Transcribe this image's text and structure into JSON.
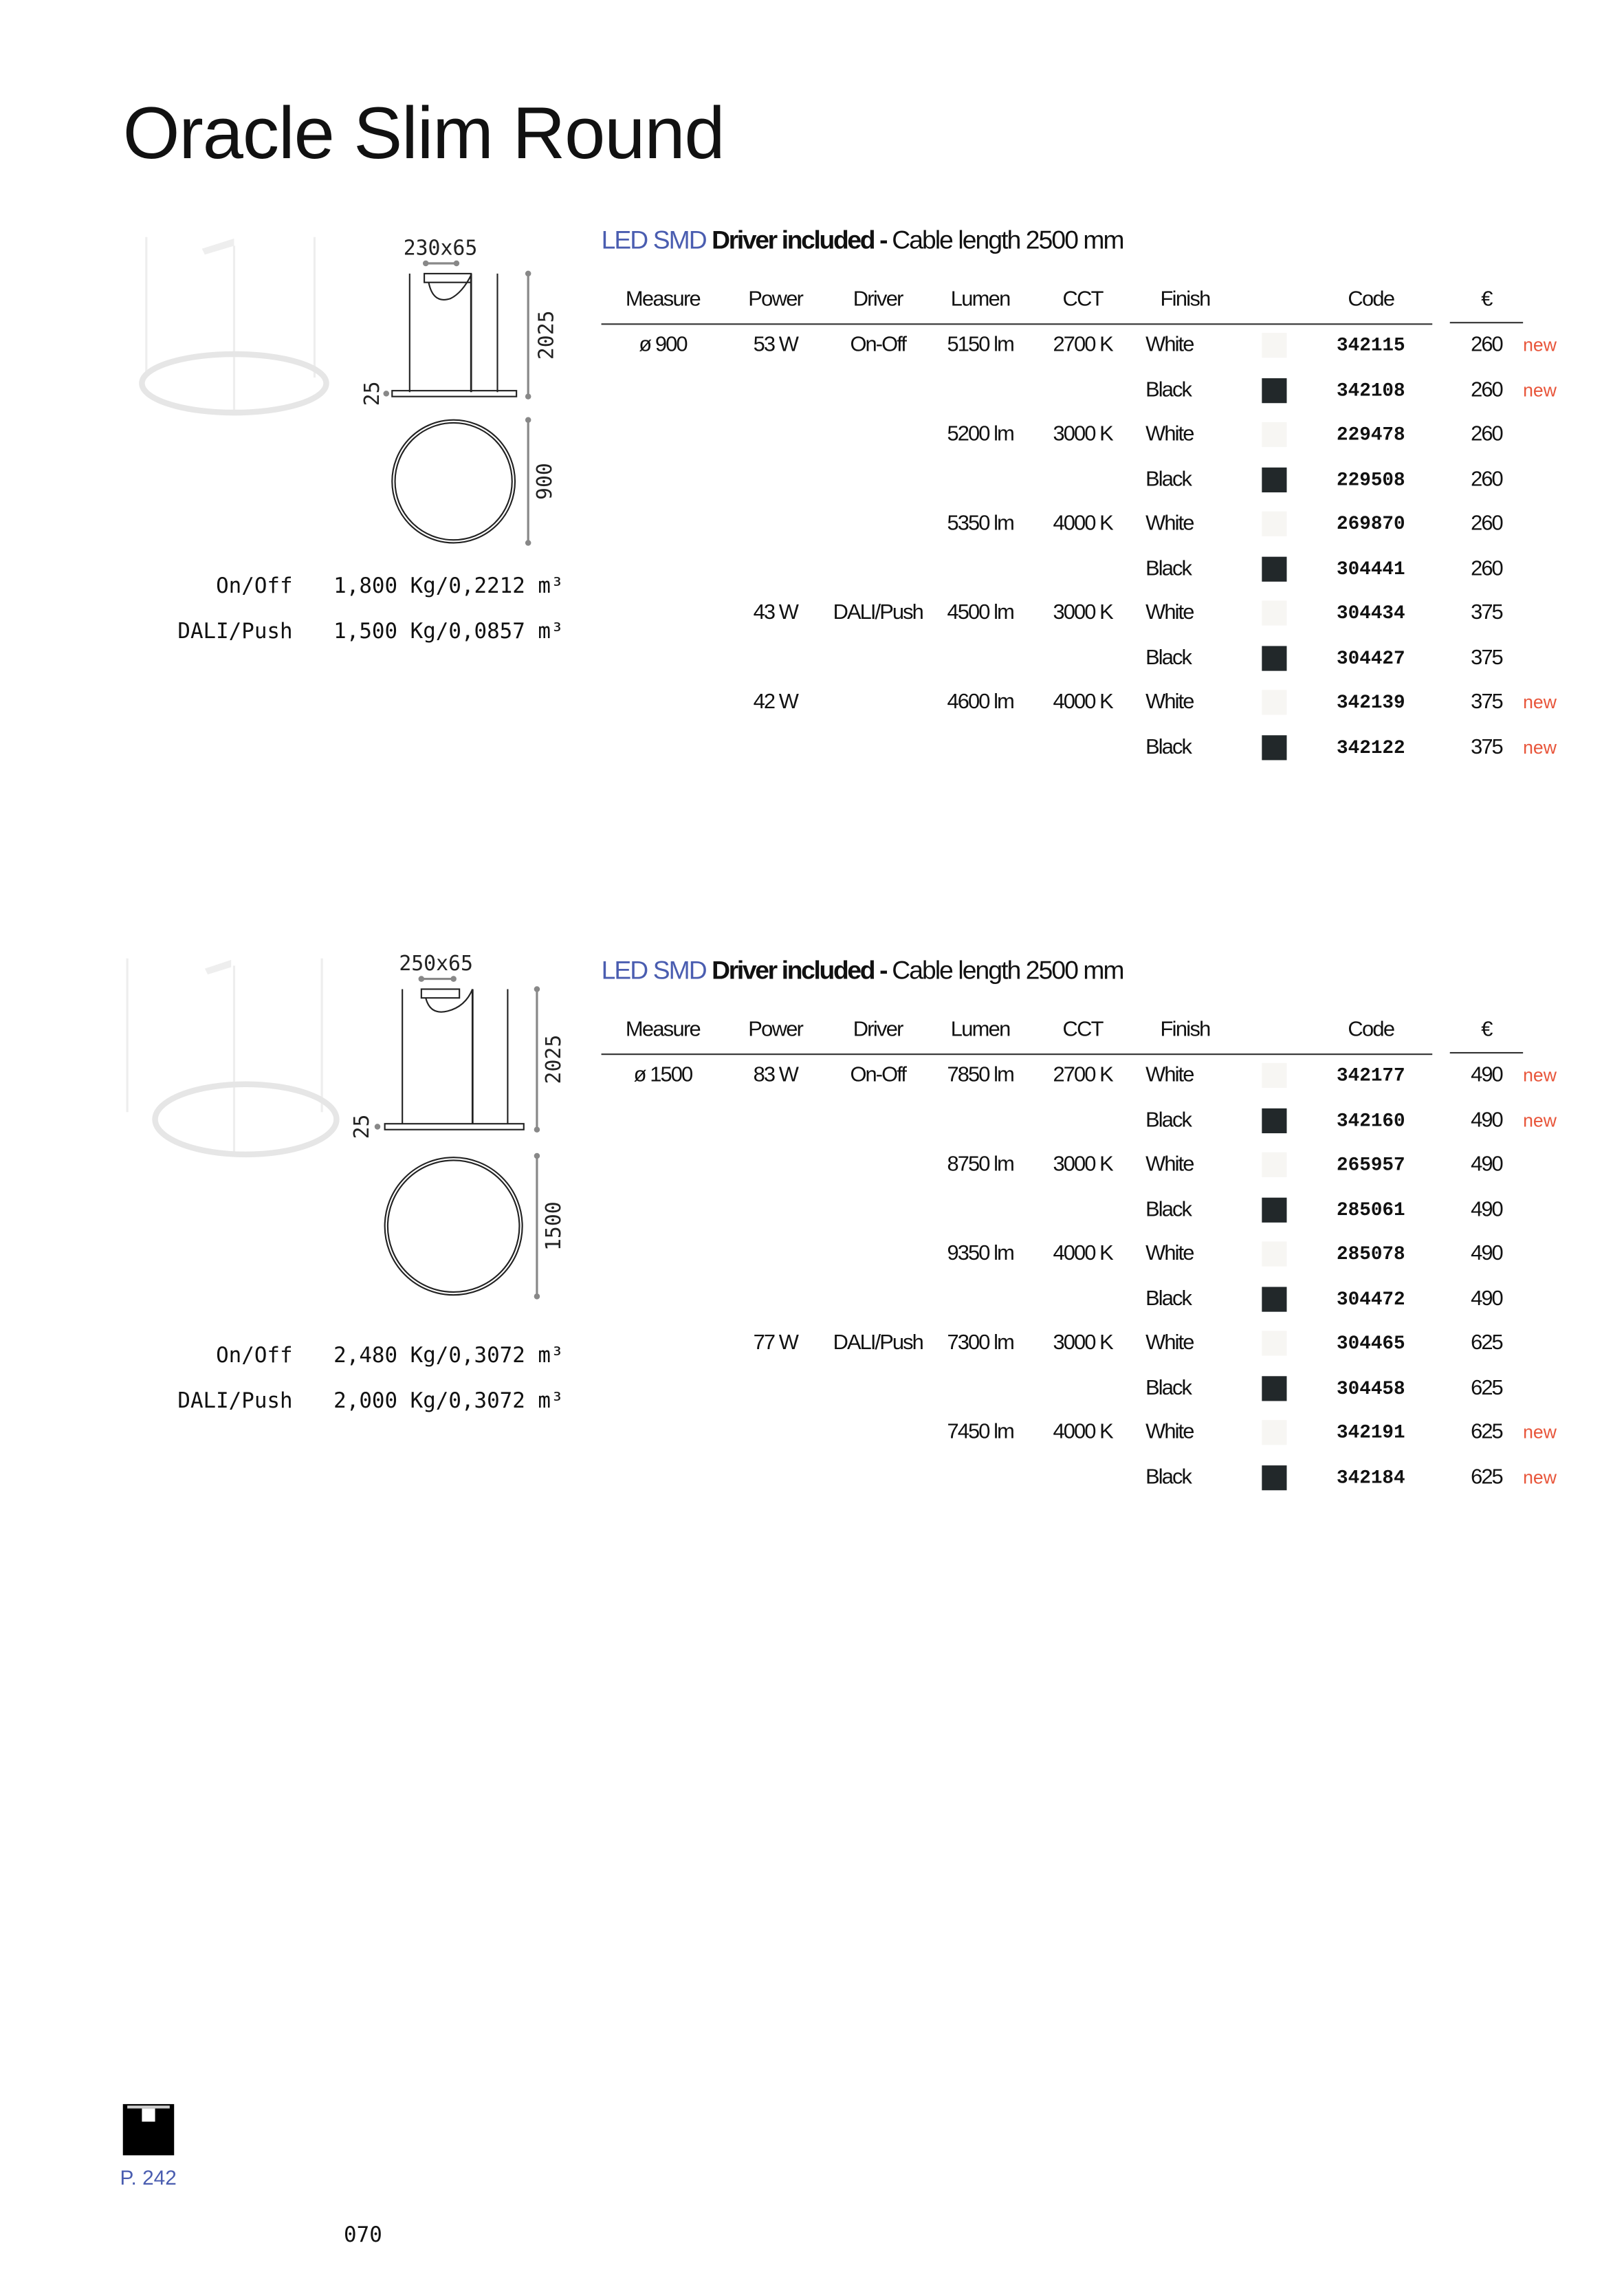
{
  "title": "Oracle Slim Round",
  "colors": {
    "accent": "#4a5db0",
    "new": "#e8553a",
    "white_swatch": "#f7f6f3",
    "black_swatch": "#22282a"
  },
  "headers": [
    "Measure",
    "Power",
    "Driver",
    "Lumen",
    "CCT",
    "Finish",
    "Code",
    "€"
  ],
  "sections": [
    {
      "heading": {
        "type": "LED SMD",
        "driver": "Driver included",
        "sep": " - ",
        "cable": "Cable length 2500 mm"
      },
      "dimensions": {
        "canopy": "230x65",
        "height": "2025",
        "thickness": "25",
        "diameter": "900"
      },
      "weights": [
        {
          "label": "On/Off",
          "value": "1,800 Kg/0,2212 m³"
        },
        {
          "label": "DALI/Push",
          "value": "1,500 Kg/0,0857 m³"
        }
      ],
      "rows": [
        {
          "measure": "ø 900",
          "power": "53 W",
          "driver": "On-Off",
          "lumen": "5150 lm",
          "cct": "2700 K",
          "finish": "White",
          "swatch": "white",
          "code": "342115",
          "price": "260",
          "badge": "new"
        },
        {
          "measure": "",
          "power": "",
          "driver": "",
          "lumen": "",
          "cct": "",
          "finish": "Black",
          "swatch": "black",
          "code": "342108",
          "price": "260",
          "badge": "new"
        },
        {
          "measure": "",
          "power": "",
          "driver": "",
          "lumen": "5200 lm",
          "cct": "3000 K",
          "finish": "White",
          "swatch": "white",
          "code": "229478",
          "price": "260",
          "badge": ""
        },
        {
          "measure": "",
          "power": "",
          "driver": "",
          "lumen": "",
          "cct": "",
          "finish": "Black",
          "swatch": "black",
          "code": "229508",
          "price": "260",
          "badge": ""
        },
        {
          "measure": "",
          "power": "",
          "driver": "",
          "lumen": "5350 lm",
          "cct": "4000 K",
          "finish": "White",
          "swatch": "white",
          "code": "269870",
          "price": "260",
          "badge": ""
        },
        {
          "measure": "",
          "power": "",
          "driver": "",
          "lumen": "",
          "cct": "",
          "finish": "Black",
          "swatch": "black",
          "code": "304441",
          "price": "260",
          "badge": ""
        },
        {
          "measure": "",
          "power": "43 W",
          "driver": "DALI/Push",
          "lumen": "4500 lm",
          "cct": "3000 K",
          "finish": "White",
          "swatch": "white",
          "code": "304434",
          "price": "375",
          "badge": ""
        },
        {
          "measure": "",
          "power": "",
          "driver": "",
          "lumen": "",
          "cct": "",
          "finish": "Black",
          "swatch": "black",
          "code": "304427",
          "price": "375",
          "badge": ""
        },
        {
          "measure": "",
          "power": "42 W",
          "driver": "",
          "lumen": "4600 lm",
          "cct": "4000 K",
          "finish": "White",
          "swatch": "white",
          "code": "342139",
          "price": "375",
          "badge": "new"
        },
        {
          "measure": "",
          "power": "",
          "driver": "",
          "lumen": "",
          "cct": "",
          "finish": "Black",
          "swatch": "black",
          "code": "342122",
          "price": "375",
          "badge": "new"
        }
      ]
    },
    {
      "heading": {
        "type": "LED SMD",
        "driver": "Driver included",
        "sep": " - ",
        "cable": "Cable length 2500 mm"
      },
      "dimensions": {
        "canopy": "250x65",
        "height": "2025",
        "thickness": "25",
        "diameter": "1500"
      },
      "weights": [
        {
          "label": "On/Off",
          "value": "2,480 Kg/0,3072 m³"
        },
        {
          "label": "DALI/Push",
          "value": "2,000 Kg/0,3072 m³"
        }
      ],
      "rows": [
        {
          "measure": "ø 1500",
          "power": "83 W",
          "driver": "On-Off",
          "lumen": "7850 lm",
          "cct": "2700 K",
          "finish": "White",
          "swatch": "white",
          "code": "342177",
          "price": "490",
          "badge": "new"
        },
        {
          "measure": "",
          "power": "",
          "driver": "",
          "lumen": "",
          "cct": "",
          "finish": "Black",
          "swatch": "black",
          "code": "342160",
          "price": "490",
          "badge": "new"
        },
        {
          "measure": "",
          "power": "",
          "driver": "",
          "lumen": "8750 lm",
          "cct": "3000 K",
          "finish": "White",
          "swatch": "white",
          "code": "265957",
          "price": "490",
          "badge": ""
        },
        {
          "measure": "",
          "power": "",
          "driver": "",
          "lumen": "",
          "cct": "",
          "finish": "Black",
          "swatch": "black",
          "code": "285061",
          "price": "490",
          "badge": ""
        },
        {
          "measure": "",
          "power": "",
          "driver": "",
          "lumen": "9350 lm",
          "cct": "4000 K",
          "finish": "White",
          "swatch": "white",
          "code": "285078",
          "price": "490",
          "badge": ""
        },
        {
          "measure": "",
          "power": "",
          "driver": "",
          "lumen": "",
          "cct": "",
          "finish": "Black",
          "swatch": "black",
          "code": "304472",
          "price": "490",
          "badge": ""
        },
        {
          "measure": "",
          "power": "77 W",
          "driver": "DALI/Push",
          "lumen": "7300 lm",
          "cct": "3000 K",
          "finish": "White",
          "swatch": "white",
          "code": "304465",
          "price": "625",
          "badge": ""
        },
        {
          "measure": "",
          "power": "",
          "driver": "",
          "lumen": "",
          "cct": "",
          "finish": "Black",
          "swatch": "black",
          "code": "304458",
          "price": "625",
          "badge": ""
        },
        {
          "measure": "",
          "power": "",
          "driver": "",
          "lumen": "7450 lm",
          "cct": "4000 K",
          "finish": "White",
          "swatch": "white",
          "code": "342191",
          "price": "625",
          "badge": "new"
        },
        {
          "measure": "",
          "power": "",
          "driver": "",
          "lumen": "",
          "cct": "",
          "finish": "Black",
          "swatch": "black",
          "code": "342184",
          "price": "625",
          "badge": "new"
        }
      ]
    }
  ],
  "footer": {
    "page_ref": "P. 242",
    "page_number": "070",
    "icon": "pendant-mount-icon"
  }
}
